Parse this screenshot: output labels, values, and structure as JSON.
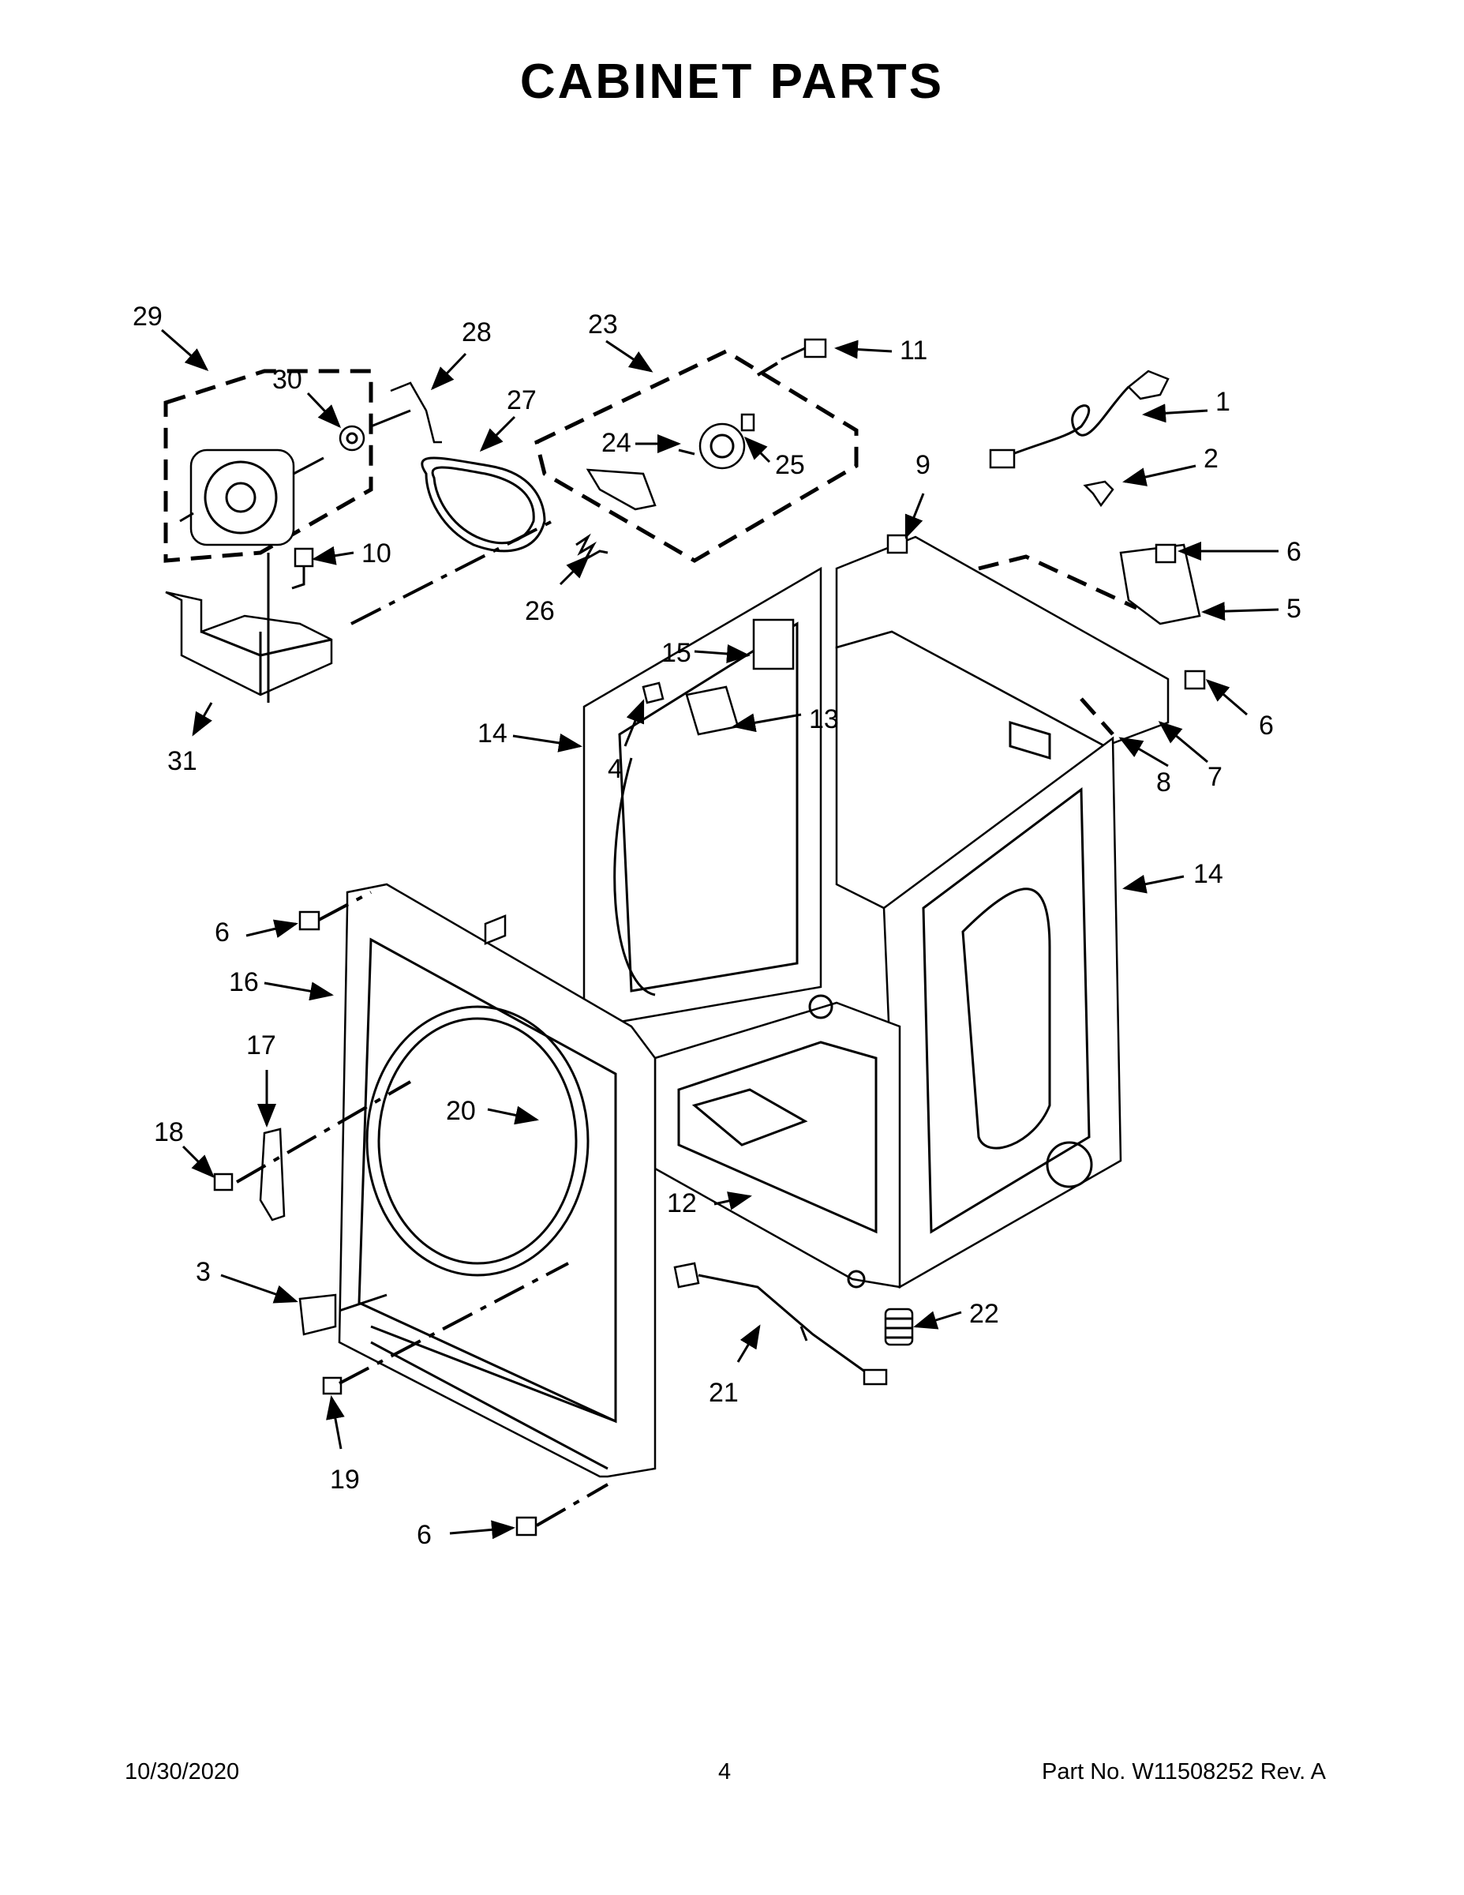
{
  "page": {
    "title": "CABINET PARTS",
    "footer": {
      "date": "10/30/2020",
      "page_number": "4",
      "part_number": "Part No.  W11508252  Rev.  A"
    }
  },
  "callouts": [
    "29",
    "30",
    "28",
    "27",
    "23",
    "11",
    "24",
    "25",
    "1",
    "2",
    "10",
    "26",
    "9",
    "6",
    "15",
    "5",
    "14",
    "13",
    "4",
    "6",
    "8",
    "7",
    "31",
    "14",
    "6",
    "16",
    "17",
    "20",
    "18",
    "12",
    "3",
    "22",
    "21",
    "19",
    "6"
  ]
}
